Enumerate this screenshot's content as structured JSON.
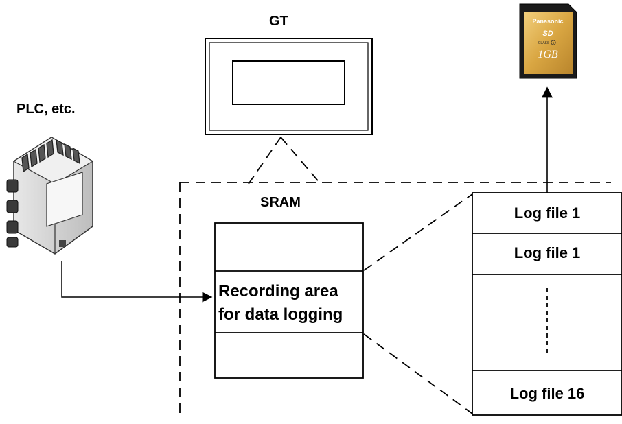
{
  "labels": {
    "gt": "GT",
    "plc": "PLC, etc.",
    "sram": "SRAM"
  },
  "recording_area": {
    "line1": "Recording area",
    "line2": "for data logging"
  },
  "log_files": [
    "Log file 1",
    "Log file 1",
    "Log file 16"
  ],
  "sd_card": {
    "brand": "Panasonic",
    "format": "SD",
    "class_label": "CLASS",
    "class_number": "6",
    "capacity": "1GB"
  },
  "colors": {
    "line": "#000000",
    "sd_body": "#1a1a1a",
    "sd_label_gold": "#d9a642",
    "sd_label_gold_light": "#f2cf7c"
  }
}
